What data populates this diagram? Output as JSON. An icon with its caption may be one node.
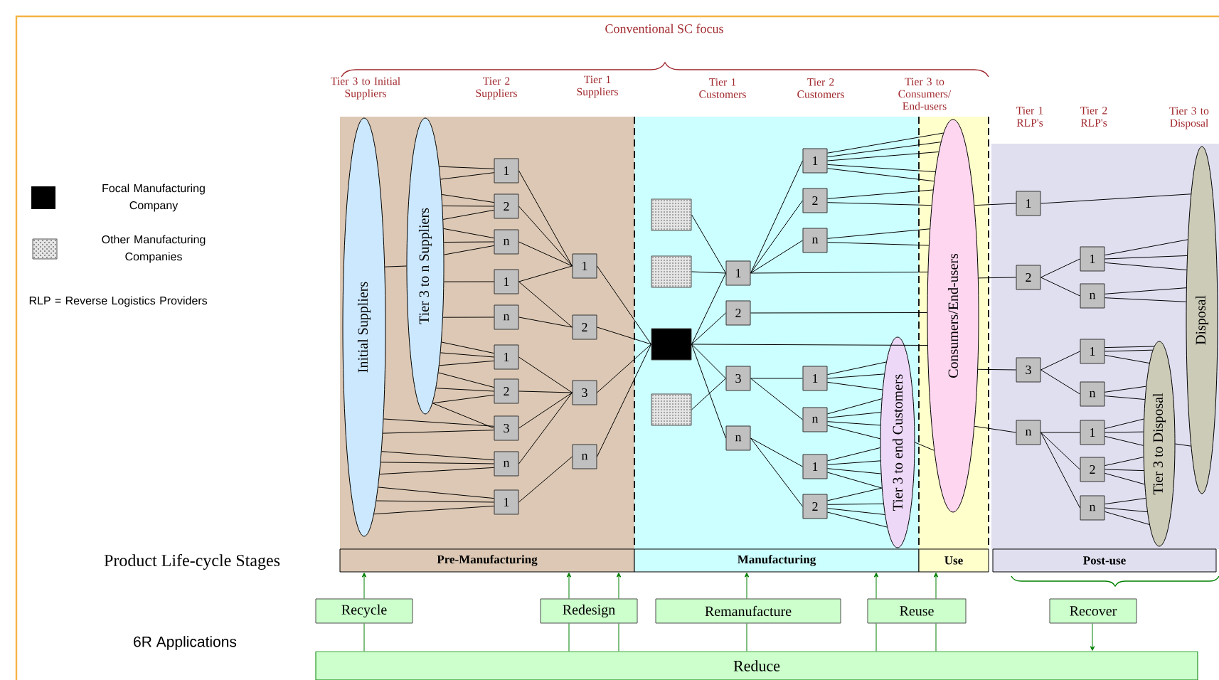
{
  "diagram": {
    "nodes": [
      {
        "text": [
          "Initial Suppliers"
        ]
      },
      {
        "text": [
          "Tier 3 to n Suppliers"
        ]
      },
      {
        "text": [
          "1"
        ]
      },
      {
        "text": [
          "2"
        ]
      },
      {
        "text": [
          "n"
        ]
      },
      {
        "text": [
          "1"
        ]
      },
      {
        "text": [
          "n"
        ]
      },
      {
        "text": [
          "1"
        ]
      },
      {
        "text": [
          "2"
        ]
      },
      {
        "text": [
          "3"
        ]
      },
      {
        "text": [
          "n"
        ]
      },
      {
        "text": [
          "1"
        ]
      },
      {
        "text": [
          "1"
        ]
      },
      {
        "text": [
          "2"
        ]
      },
      {
        "text": [
          "3"
        ]
      },
      {
        "text": [
          "n"
        ]
      },
      {
        "text": [],
        "shape": "box"
      },
      {
        "text": [],
        "shape": "box"
      },
      {
        "text": [],
        "shape": "box"
      },
      {
        "text": [],
        "shape": "box"
      },
      {
        "text": [
          "1"
        ]
      },
      {
        "text": [
          "2"
        ]
      },
      {
        "text": [
          "3"
        ]
      },
      {
        "text": [
          "n"
        ]
      },
      {
        "text": [
          "1"
        ]
      },
      {
        "text": [
          "2"
        ]
      },
      {
        "text": [
          "n"
        ]
      },
      {
        "text": [
          "1"
        ]
      },
      {
        "text": [
          "n"
        ]
      },
      {
        "text": [
          "1"
        ]
      },
      {
        "text": [
          "2"
        ]
      },
      {
        "text": [
          "Tier 3 to end Customers"
        ]
      },
      {
        "text": [
          "Consumers/End-users"
        ]
      },
      {
        "text": [
          "1"
        ]
      },
      {
        "text": [
          "2"
        ]
      },
      {
        "text": [
          "3"
        ]
      },
      {
        "text": [
          "n"
        ]
      },
      {
        "text": [
          "1"
        ]
      },
      {
        "text": [
          "n"
        ]
      },
      {
        "text": [
          "1"
        ]
      },
      {
        "text": [
          "n"
        ]
      },
      {
        "text": [
          "1"
        ]
      },
      {
        "text": [
          "2"
        ]
      },
      {
        "text": [
          "n"
        ]
      },
      {
        "text": [
          "Tier 3 to Disposal"
        ]
      },
      {
        "text": [
          "Disposal"
        ]
      },
      {
        "text": [
          "Pre-Manufacturing"
        ]
      },
      {
        "text": [
          "Manufacturing"
        ]
      },
      {
        "text": [
          "Use"
        ]
      },
      {
        "text": [
          "Post-use"
        ]
      },
      {
        "text": [
          "Recycle"
        ]
      },
      {
        "text": [
          "Redesign"
        ]
      },
      {
        "text": [
          "Remanufacture"
        ]
      },
      {
        "text": [
          "Reuse"
        ]
      },
      {
        "text": [
          "Recover"
        ]
      },
      {
        "text": [
          "Reduce"
        ]
      }
    ],
    "edges": [
      {
        "from": 0,
        "to": 1,
        "arrow": "none"
      },
      {
        "from": 1,
        "to": 2,
        "arrow": "none"
      },
      {
        "from": 1,
        "to": 2,
        "arrow": "none"
      },
      {
        "from": 1,
        "to": 3,
        "arrow": "none"
      },
      {
        "from": 1,
        "to": 3,
        "arrow": "none"
      },
      {
        "from": 1,
        "to": 3,
        "arrow": "none"
      },
      {
        "from": 1,
        "to": 4,
        "arrow": "none"
      },
      {
        "from": 1,
        "to": 4,
        "arrow": "none"
      },
      {
        "from": 1,
        "to": 4,
        "arrow": "none"
      },
      {
        "from": 1,
        "to": 5,
        "arrow": "none"
      },
      {
        "from": 1,
        "to": 6,
        "arrow": "none"
      },
      {
        "from": 1,
        "to": 7,
        "arrow": "none"
      },
      {
        "from": 1,
        "to": 7,
        "arrow": "none"
      },
      {
        "from": 1,
        "to": 7,
        "arrow": "none"
      },
      {
        "from": 1,
        "to": 8,
        "arrow": "none"
      },
      {
        "from": 1,
        "to": 8,
        "arrow": "none"
      },
      {
        "from": 1,
        "to": 8,
        "arrow": "none"
      },
      {
        "from": 1,
        "to": 9,
        "arrow": "none"
      },
      {
        "from": 0,
        "to": 9,
        "arrow": "none"
      },
      {
        "from": 0,
        "to": 9,
        "arrow": "none"
      },
      {
        "from": 0,
        "to": 10,
        "arrow": "none"
      },
      {
        "from": 0,
        "to": 10,
        "arrow": "none"
      },
      {
        "from": 0,
        "to": 10,
        "arrow": "none"
      },
      {
        "from": 0,
        "to": 11,
        "arrow": "none"
      },
      {
        "from": 0,
        "to": 11,
        "arrow": "none"
      },
      {
        "from": 0,
        "to": 11,
        "arrow": "none"
      },
      {
        "from": 2,
        "to": 12,
        "arrow": "none"
      },
      {
        "from": 3,
        "to": 12,
        "arrow": "none"
      },
      {
        "from": 4,
        "to": 12,
        "arrow": "none"
      },
      {
        "from": 5,
        "to": 12,
        "arrow": "none"
      },
      {
        "from": 5,
        "to": 13,
        "arrow": "none"
      },
      {
        "from": 6,
        "to": 13,
        "arrow": "none"
      },
      {
        "from": 7,
        "to": 14,
        "arrow": "none"
      },
      {
        "from": 8,
        "to": 14,
        "arrow": "none"
      },
      {
        "from": 9,
        "to": 14,
        "arrow": "none"
      },
      {
        "from": 10,
        "to": 14,
        "arrow": "none"
      },
      {
        "from": 11,
        "to": 15,
        "arrow": "none"
      },
      {
        "from": 12,
        "to": 18,
        "arrow": "none"
      },
      {
        "from": 13,
        "to": 18,
        "arrow": "none"
      },
      {
        "from": 14,
        "to": 18,
        "arrow": "none"
      },
      {
        "from": 15,
        "to": 18,
        "arrow": "none"
      },
      {
        "from": 16,
        "to": 20,
        "arrow": "none"
      },
      {
        "from": 17,
        "to": 20,
        "arrow": "none"
      },
      {
        "from": 19,
        "to": 22,
        "arrow": "none"
      },
      {
        "from": 18,
        "to": 20,
        "arrow": "none"
      },
      {
        "from": 18,
        "to": 21,
        "arrow": "none"
      },
      {
        "from": 18,
        "to": 22,
        "arrow": "none"
      },
      {
        "from": 18,
        "to": 23,
        "arrow": "none"
      },
      {
        "from": 18,
        "to": 32,
        "arrow": "none"
      },
      {
        "from": 20,
        "to": 24,
        "arrow": "none"
      },
      {
        "from": 20,
        "to": 25,
        "arrow": "none"
      },
      {
        "from": 20,
        "to": 26,
        "arrow": "none"
      },
      {
        "from": 20,
        "to": 32,
        "arrow": "none"
      },
      {
        "from": 21,
        "to": 32,
        "arrow": "none"
      },
      {
        "from": 22,
        "to": 27,
        "arrow": "none"
      },
      {
        "from": 22,
        "to": 28,
        "arrow": "none"
      },
      {
        "from": 23,
        "to": 29,
        "arrow": "none"
      },
      {
        "from": 23,
        "to": 30,
        "arrow": "none"
      },
      {
        "from": 24,
        "to": 32,
        "arrow": "none"
      },
      {
        "from": 24,
        "to": 32,
        "arrow": "none"
      },
      {
        "from": 24,
        "to": 32,
        "arrow": "none"
      },
      {
        "from": 24,
        "to": 32,
        "arrow": "none"
      },
      {
        "from": 24,
        "to": 32,
        "arrow": "none"
      },
      {
        "from": 25,
        "to": 32,
        "arrow": "none"
      },
      {
        "from": 25,
        "to": 32,
        "arrow": "none"
      },
      {
        "from": 26,
        "to": 32,
        "arrow": "none"
      },
      {
        "from": 26,
        "to": 32,
        "arrow": "none"
      },
      {
        "from": 27,
        "to": 31,
        "arrow": "none"
      },
      {
        "from": 27,
        "to": 31,
        "arrow": "none"
      },
      {
        "from": 27,
        "to": 31,
        "arrow": "none"
      },
      {
        "from": 28,
        "to": 31,
        "arrow": "none"
      },
      {
        "from": 28,
        "to": 31,
        "arrow": "none"
      },
      {
        "from": 28,
        "to": 31,
        "arrow": "none"
      },
      {
        "from": 28,
        "to": 31,
        "arrow": "none"
      },
      {
        "from": 29,
        "to": 31,
        "arrow": "none"
      },
      {
        "from": 29,
        "to": 31,
        "arrow": "none"
      },
      {
        "from": 29,
        "to": 31,
        "arrow": "none"
      },
      {
        "from": 29,
        "to": 31,
        "arrow": "none"
      },
      {
        "from": 30,
        "to": 31,
        "arrow": "none"
      },
      {
        "from": 30,
        "to": 31,
        "arrow": "none"
      },
      {
        "from": 30,
        "to": 31,
        "arrow": "none"
      },
      {
        "from": 30,
        "to": 31,
        "arrow": "none"
      },
      {
        "from": 31,
        "to": 32,
        "arrow": "none"
      },
      {
        "from": 32,
        "to": 33,
        "arrow": "none"
      },
      {
        "from": 32,
        "to": 34,
        "arrow": "none"
      },
      {
        "from": 32,
        "to": 35,
        "arrow": "none"
      },
      {
        "from": 32,
        "to": 36,
        "arrow": "none"
      },
      {
        "from": 33,
        "to": 45,
        "arrow": "none"
      },
      {
        "from": 34,
        "to": 37,
        "arrow": "none"
      },
      {
        "from": 34,
        "to": 38,
        "arrow": "none"
      },
      {
        "from": 37,
        "to": 45,
        "arrow": "none"
      },
      {
        "from": 37,
        "to": 45,
        "arrow": "none"
      },
      {
        "from": 37,
        "to": 45,
        "arrow": "none"
      },
      {
        "from": 38,
        "to": 45,
        "arrow": "none"
      },
      {
        "from": 38,
        "to": 45,
        "arrow": "none"
      },
      {
        "from": 35,
        "to": 39,
        "arrow": "none"
      },
      {
        "from": 35,
        "to": 40,
        "arrow": "none"
      },
      {
        "from": 36,
        "to": 41,
        "arrow": "none"
      },
      {
        "from": 36,
        "to": 42,
        "arrow": "none"
      },
      {
        "from": 36,
        "to": 43,
        "arrow": "none"
      },
      {
        "from": 39,
        "to": 44,
        "arrow": "none"
      },
      {
        "from": 39,
        "to": 44,
        "arrow": "none"
      },
      {
        "from": 39,
        "to": 44,
        "arrow": "none"
      },
      {
        "from": 40,
        "to": 44,
        "arrow": "none"
      },
      {
        "from": 40,
        "to": 44,
        "arrow": "none"
      },
      {
        "from": 41,
        "to": 44,
        "arrow": "none"
      },
      {
        "from": 41,
        "to": 44,
        "arrow": "none"
      },
      {
        "from": 41,
        "to": 44,
        "arrow": "none"
      },
      {
        "from": 42,
        "to": 44,
        "arrow": "none"
      },
      {
        "from": 42,
        "to": 44,
        "arrow": "none"
      },
      {
        "from": 42,
        "to": 44,
        "arrow": "none"
      },
      {
        "from": 43,
        "to": 44,
        "arrow": "none"
      },
      {
        "from": 43,
        "to": 44,
        "arrow": "none"
      },
      {
        "from": 43,
        "to": 44,
        "arrow": "none"
      },
      {
        "from": 44,
        "to": 45,
        "arrow": "none"
      },
      {
        "from": 55,
        "to": 50,
        "arrow": "none",
        "color": "#008000"
      },
      {
        "from": 50,
        "to": 46,
        "arrow": "to",
        "color": "#008000"
      },
      {
        "from": 55,
        "to": 51,
        "arrow": "none",
        "color": "#008000"
      },
      {
        "from": 55,
        "to": 51,
        "arrow": "none",
        "color": "#008000"
      },
      {
        "from": 51,
        "to": 46,
        "arrow": "to",
        "color": "#008000"
      },
      {
        "from": 51,
        "to": 46,
        "arrow": "to",
        "color": "#008000"
      },
      {
        "from": 55,
        "to": 52,
        "arrow": "none",
        "color": "#008000"
      },
      {
        "from": 52,
        "to": 47,
        "arrow": "to",
        "color": "#008000"
      },
      {
        "from": 55,
        "to": 53,
        "arrow": "none",
        "color": "#008000"
      },
      {
        "from": 55,
        "to": 53,
        "arrow": "none",
        "color": "#008000"
      },
      {
        "from": 53,
        "to": 47,
        "arrow": "to",
        "color": "#008000"
      },
      {
        "from": 53,
        "to": 48,
        "arrow": "to",
        "color": "#008000"
      },
      {
        "from": 54,
        "to": 55,
        "arrow": "to",
        "color": "#008000"
      }
    ],
    "labels": [
      "Conventional SC focus",
      "Tier 3 to Initial Suppliers",
      "Tier 2 Suppliers",
      "Tier 1 Suppliers",
      "Tier 1 Customers",
      "Tier 2 Customers",
      "Tier 3 to Consumers/ End-users",
      "Tier 1 RLP's",
      "Tier 2 RLP's",
      "Tier 3 to Disposal",
      "RLP = Reverse Logistics Providers",
      "Product Life-cycle Stages",
      "6R Applications"
    ],
    "legend": [
      {
        "text": "Focal Manufacturing Company",
        "color": "#000000"
      },
      {
        "text": "Other Manufacturing Companies"
      }
    ]
  }
}
